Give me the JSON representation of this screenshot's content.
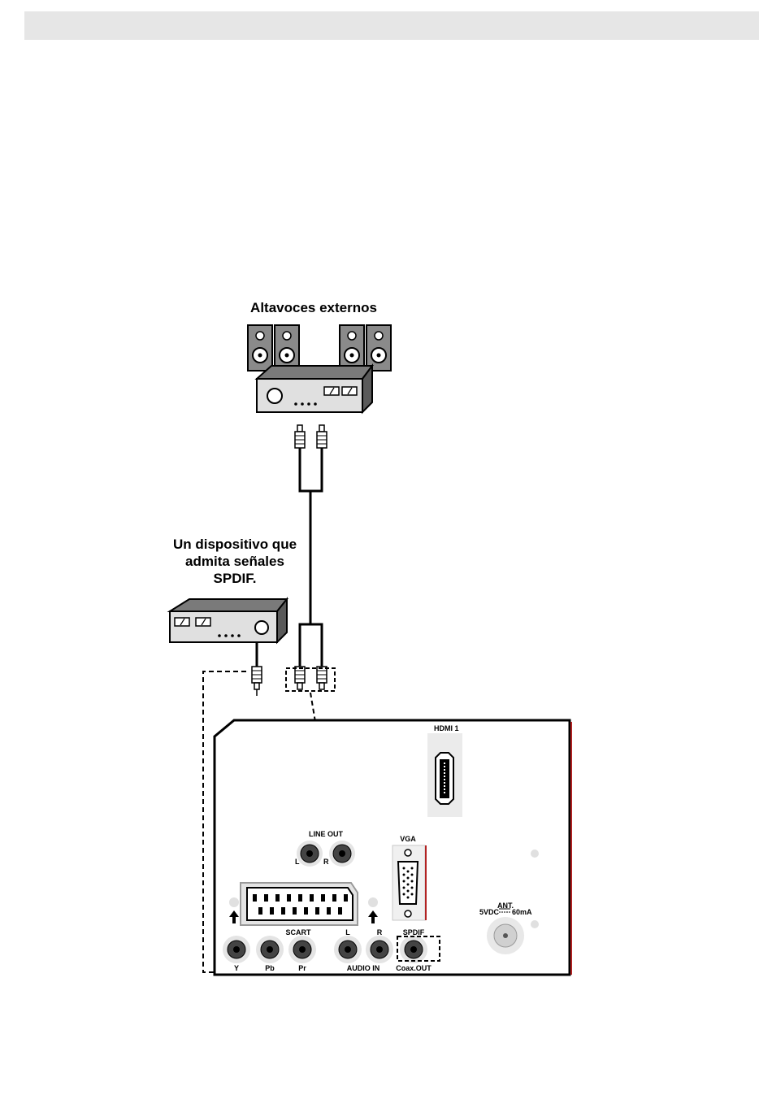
{
  "labels": {
    "speakers": "Altavoces externos",
    "spdif_device_line1": "Un dispositivo que",
    "spdif_device_line2": "admita señales",
    "spdif_device_line3": "SPDIF."
  },
  "panel": {
    "hdmi": "HDMI 1",
    "line_out": "LINE OUT",
    "line_out_l": "L",
    "line_out_r": "R",
    "vga": "VGA",
    "scart": "SCART",
    "audio_l": "L",
    "audio_r": "R",
    "spdif": "SPDIF",
    "y": "Y",
    "pb": "Pb",
    "pr": "Pr",
    "audio_in": "AUDIO IN",
    "coax_out": "Coax.OUT",
    "ant": "ANT.",
    "power_left": "5VDC",
    "power_right": "60mA"
  },
  "colors": {
    "panel_edge_accent": "#b22222",
    "header_bar": "#e6e6e6"
  }
}
